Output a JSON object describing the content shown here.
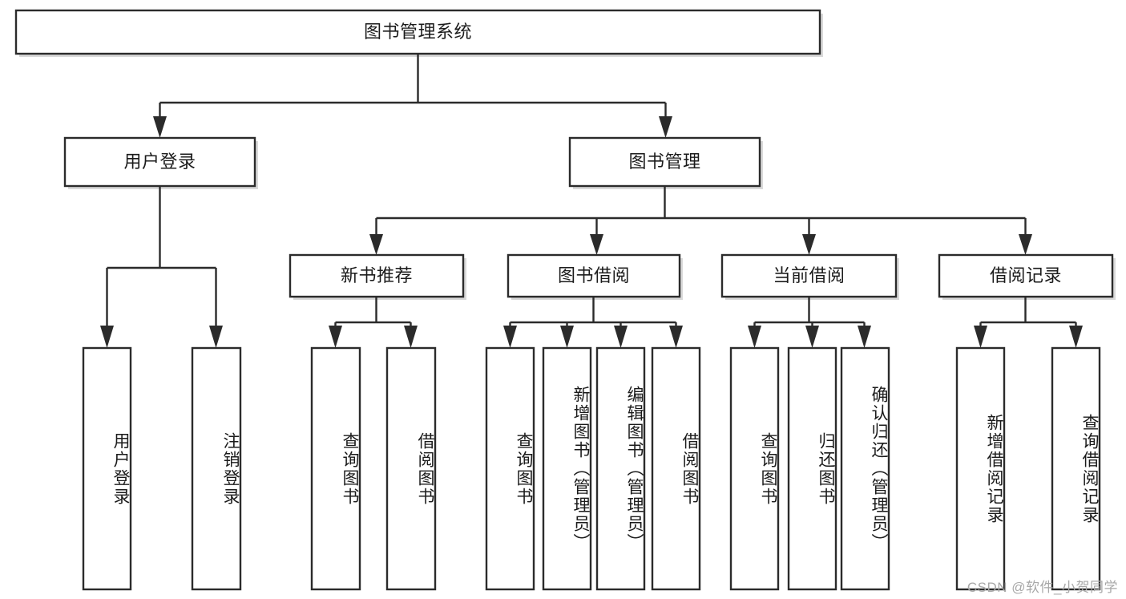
{
  "diagram": {
    "title": "图书管理系统",
    "watermark": "CSDN @软件_小贺同学",
    "colors": {
      "stroke": "#2b2b2b",
      "fill": "#ffffff",
      "text": "#1b1b1b",
      "watermark": "#a8a8a8",
      "background": "#ffffff"
    },
    "nodes": {
      "root": {
        "label": "图书管理系统",
        "orientation": "horizontal"
      },
      "l1": [
        {
          "label": "用户登录",
          "orientation": "horizontal"
        },
        {
          "label": "图书管理",
          "orientation": "horizontal"
        }
      ],
      "l2": [
        {
          "label": "新书推荐",
          "orientation": "horizontal"
        },
        {
          "label": "图书借阅",
          "orientation": "horizontal"
        },
        {
          "label": "当前借阅",
          "orientation": "horizontal"
        },
        {
          "label": "借阅记录",
          "orientation": "horizontal"
        }
      ],
      "leaves_user_login": [
        {
          "label": "用户登录",
          "orientation": "vertical"
        },
        {
          "label": "注销登录",
          "orientation": "vertical"
        }
      ],
      "leaves_new_book": [
        {
          "label": "查询图书",
          "orientation": "vertical"
        },
        {
          "label": "借阅图书",
          "orientation": "vertical"
        }
      ],
      "leaves_borrow": [
        {
          "label": "查询图书",
          "orientation": "vertical"
        },
        {
          "label": "新增图书（管理员）",
          "orientation": "vertical"
        },
        {
          "label": "编辑图书（管理员）",
          "orientation": "vertical"
        },
        {
          "label": "借阅图书",
          "orientation": "vertical"
        }
      ],
      "leaves_current": [
        {
          "label": "查询图书",
          "orientation": "vertical"
        },
        {
          "label": "归还图书",
          "orientation": "vertical"
        },
        {
          "label": "确认归还（管理员）",
          "orientation": "vertical"
        }
      ],
      "leaves_records": [
        {
          "label": "新增借阅记录",
          "orientation": "vertical"
        },
        {
          "label": "查询借阅记录",
          "orientation": "vertical"
        }
      ]
    }
  }
}
